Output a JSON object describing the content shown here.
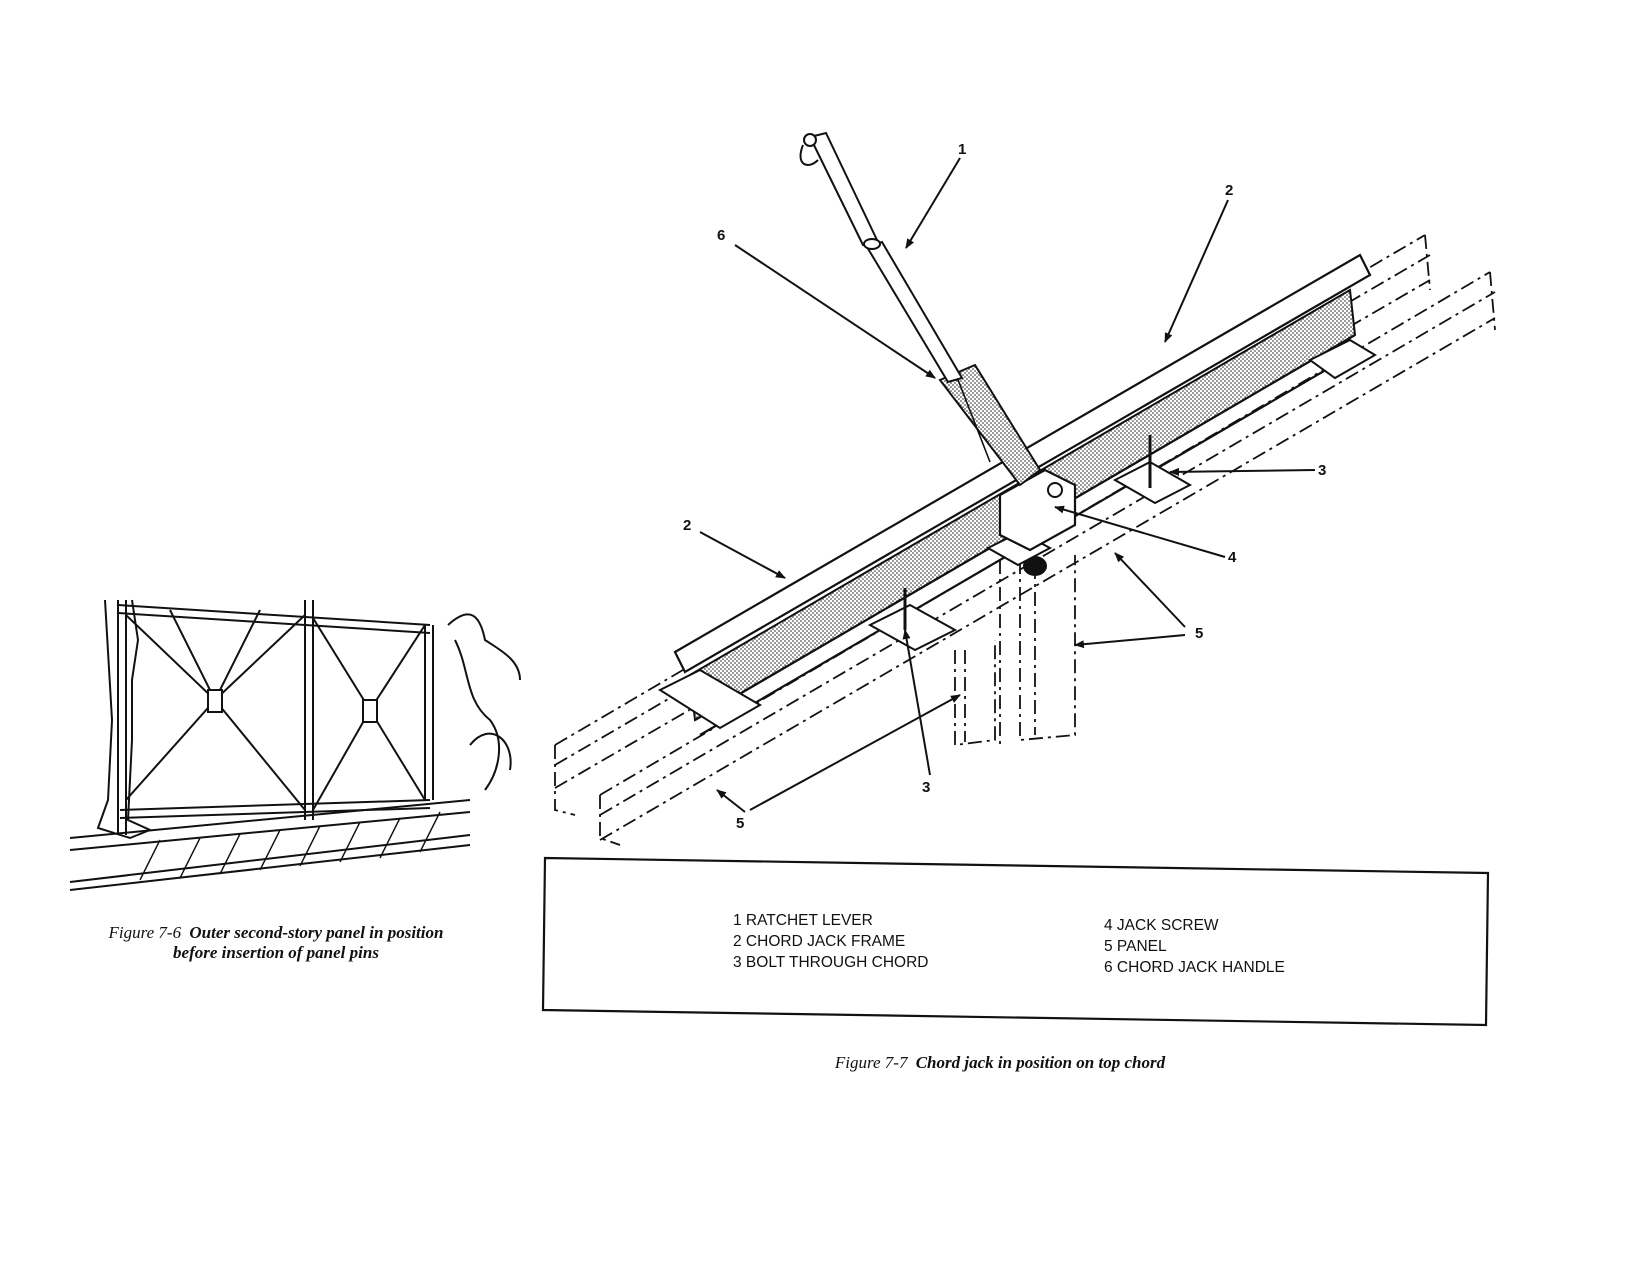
{
  "figure_7_6": {
    "caption_number": "Figure 7-6",
    "caption_line1": "Outer second-story panel in position",
    "caption_line2": "before insertion of panel pins"
  },
  "figure_7_7": {
    "caption_number": "Figure 7-7",
    "caption_text": "Chord jack in position on top chord",
    "callouts": {
      "c1": "1",
      "c2a": "2",
      "c2b": "2",
      "c3a": "3",
      "c3b": "3",
      "c4": "4",
      "c5a": "5",
      "c5b": "5",
      "c6": "6"
    },
    "legend_left": [
      "1 RATCHET LEVER",
      "2 CHORD JACK FRAME",
      "3 BOLT THROUGH CHORD"
    ],
    "legend_right": [
      "4 JACK SCREW",
      "5 PANEL",
      "6 CHORD JACK HANDLE"
    ]
  }
}
